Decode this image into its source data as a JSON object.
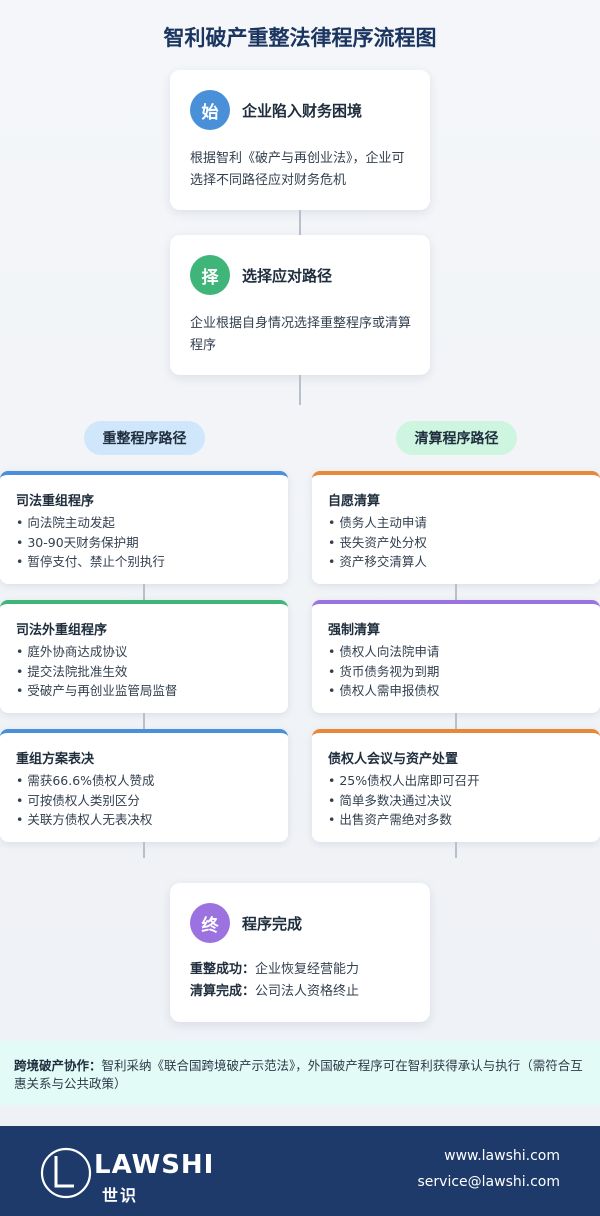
{
  "title": "智利破产重整法律程序流程图",
  "colors": {
    "start": "#4a90d9",
    "choose": "#3fb57a",
    "end": "#9b72e0",
    "orange": "#e8893a",
    "green_bar": "#3fb57a",
    "blue_bar": "#4a90d9",
    "purple_bar": "#9b72e0",
    "footer_bg": "#1d3a6b"
  },
  "steps": [
    {
      "badge": "始",
      "label": "企业陷入财务困境",
      "desc": "根据智利《破产与再创业法》，企业可选择不同路径应对财务危机"
    },
    {
      "badge": "择",
      "label": "选择应对路径",
      "desc": "企业根据自身情况选择重整程序或清算程序"
    }
  ],
  "paths": {
    "left_label": "重整程序路径",
    "right_label": "清算程序路径"
  },
  "left_boxes": [
    {
      "title": "司法重组程序",
      "items": [
        "• 向法院主动发起",
        "• 30-90天财务保护期",
        "• 暂停支付、禁止个别执行"
      ]
    },
    {
      "title": "司法外重组程序",
      "items": [
        "• 庭外协商达成协议",
        "• 提交法院批准生效",
        "• 受破产与再创业监管局监督"
      ]
    },
    {
      "title": "重组方案表决",
      "items": [
        "• 需获66.6%债权人赞成",
        "• 可按债权人类别区分",
        "• 关联方债权人无表决权"
      ]
    }
  ],
  "right_boxes": [
    {
      "title": "自愿清算",
      "items": [
        "• 债务人主动申请",
        "• 丧失资产处分权",
        "• 资产移交清算人"
      ]
    },
    {
      "title": "强制清算",
      "items": [
        "• 债权人向法院申请",
        "• 货币债务视为到期",
        "• 债权人需申报债权"
      ]
    },
    {
      "title": "债权人会议与资产处置",
      "items": [
        "• 25%债权人出席即可召开",
        "• 简单多数决通过决议",
        "• 出售资产需绝对多数"
      ]
    }
  ],
  "final": {
    "badge": "终",
    "label": "程序完成",
    "line1_key": "重整成功：",
    "line1_val": "企业恢复经营能力",
    "line2_key": "清算完成：",
    "line2_val": "公司法人资格终止"
  },
  "note": {
    "key": "跨境破产协作：",
    "text": "智利采纳《联合国跨境破产示范法》，外国破产程序可在智利获得承认与执行（需符合互惠关系与公共政策）"
  },
  "footer": {
    "logo_text": "LAWSHI",
    "logo_sub": "世识",
    "website": "www.lawshi.com",
    "email": "service@lawshi.com"
  }
}
